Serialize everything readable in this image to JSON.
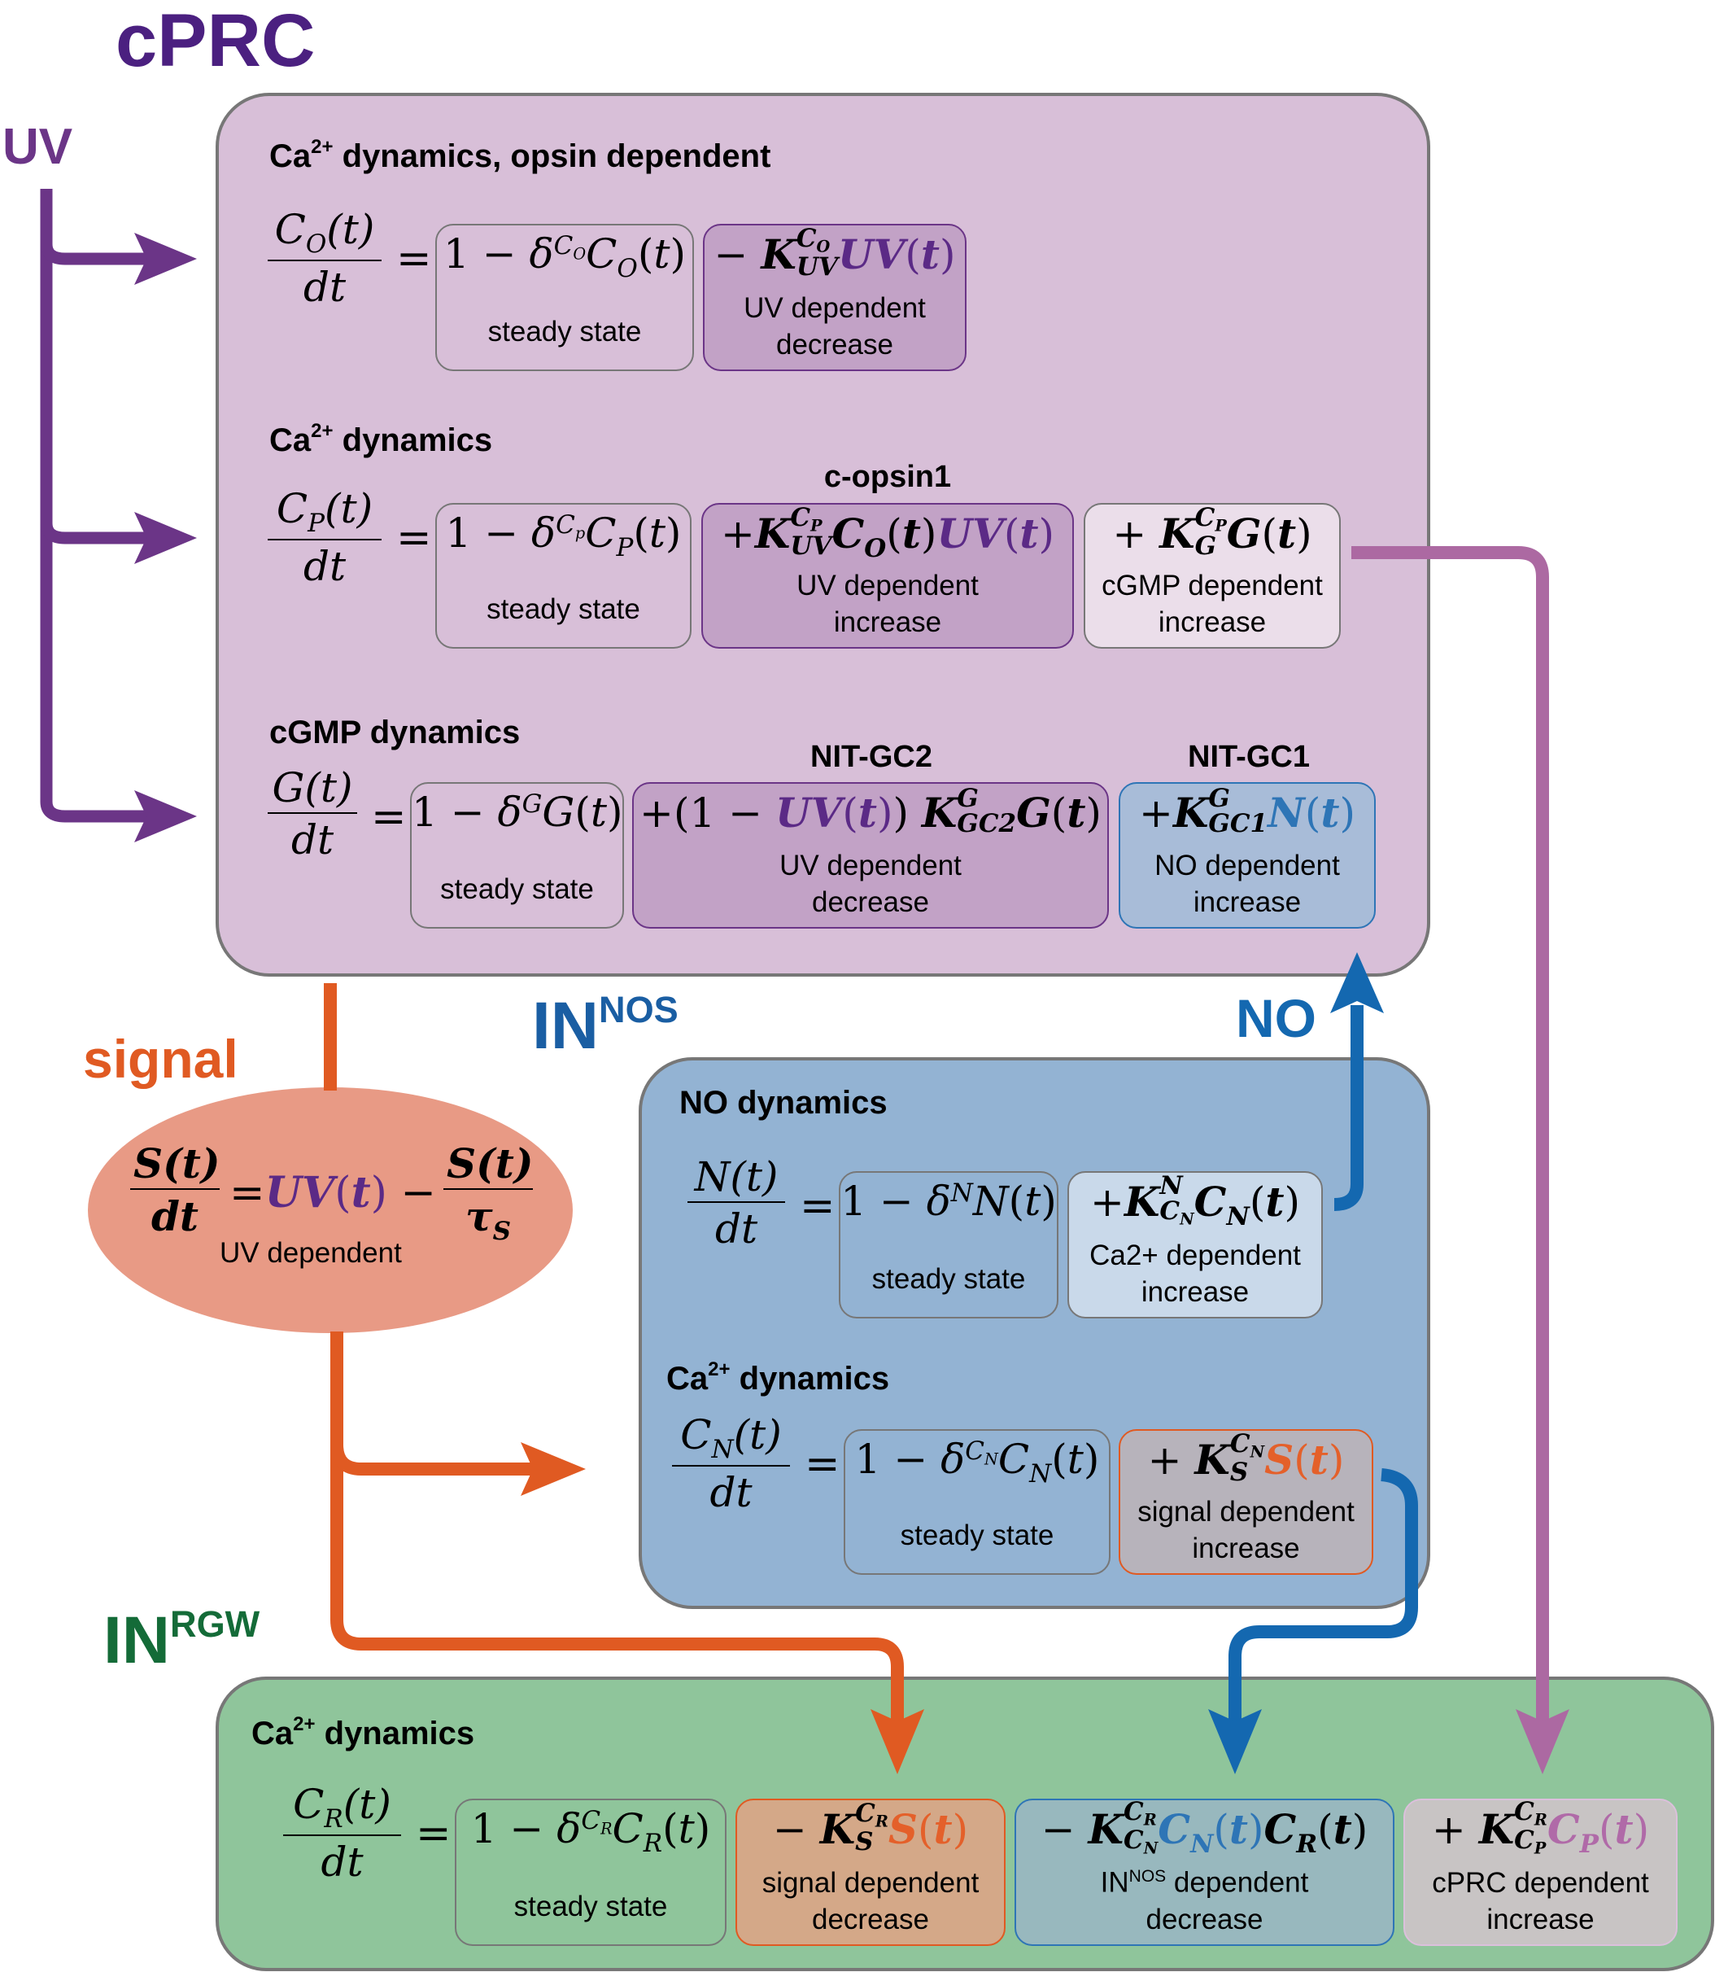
{
  "colors": {
    "uv_purple": "#6b3587",
    "cprc_title": "#4b2080",
    "cprc_box": "#d8bfd8",
    "cprc_box_dark": "#c2a2c6",
    "cprc_box_light": "#ebdeea",
    "nos_blue_box": "#93b3d3",
    "nos_box_light": "#c9d9ea",
    "no_blue": "#1468b0",
    "signal_orange": "#e05a22",
    "signal_ellipse": "#e89a85",
    "rgw_green_box": "#8fc59b",
    "rgw_green_title": "#146b38",
    "cp_pink_arrow": "#ac69a2",
    "outline_gray": "#777777"
  },
  "labels": {
    "cprc": "cPRC",
    "uv": "UV",
    "signal": "signal",
    "in_nos_base": "IN",
    "in_nos_sup": "NOS",
    "no": "NO",
    "in_rgw_base": "IN",
    "in_rgw_sup": "RGW"
  },
  "cprc_module": {
    "sections": [
      {
        "title_pre": "Ca",
        "title_sup": "2+",
        "title_post": " dynamics, opsin dependent",
        "lhs": {
          "num": "C_O(t)",
          "den": "dt"
        },
        "terms": [
          {
            "expr": "1 − δ^{C_O} C_O(t)",
            "caption": "steady state"
          },
          {
            "expr": "− K^{C_O}_{UV} UV(t)",
            "caption": "UV dependent\ndecrease"
          }
        ]
      },
      {
        "title_pre": "Ca",
        "title_sup": "2+",
        "title_post": " dynamics",
        "enzyme_label": "c-opsin1",
        "lhs": {
          "num": "C_P(t)",
          "den": "dt"
        },
        "terms": [
          {
            "expr": "1 − δ^{C_p} C_P(t)",
            "caption": "steady state"
          },
          {
            "expr": "+ K^{C_P}_{UV} C_O(t) UV(t)",
            "caption": "UV dependent\nincrease"
          },
          {
            "expr": "+ K^{C_P}_{G} G(t)",
            "caption": "cGMP dependent\nincrease"
          }
        ]
      },
      {
        "title": "cGMP dynamics",
        "enzyme_labels": [
          "NIT-GC2",
          "NIT-GC1"
        ],
        "lhs": {
          "num": "G(t)",
          "den": "dt"
        },
        "terms": [
          {
            "expr": "1 − δ^{G} G(t)",
            "caption": "steady state"
          },
          {
            "expr": "+ (1 − UV(t)) K^{G}_{GC2} G(t)",
            "caption": "UV dependent\ndecrease"
          },
          {
            "expr": "+ K^{G}_{GC1} N(t)",
            "caption": "NO dependent\nincrease"
          }
        ]
      }
    ]
  },
  "signal_module": {
    "lhs": {
      "num": "S(t)",
      "den": "dt"
    },
    "rhs": "UV(t) − S(t)/τ_S",
    "caption": "UV dependent"
  },
  "nos_module": {
    "sections": [
      {
        "title": "NO dynamics",
        "lhs": {
          "num": "N(t)",
          "den": "dt"
        },
        "terms": [
          {
            "expr": "1 − δ^{N} N(t)",
            "caption": "steady state"
          },
          {
            "expr": "+ K^{N}_{C_N} C_N(t)",
            "caption": "Ca2+ dependent\nincrease"
          }
        ]
      },
      {
        "title_pre": "Ca",
        "title_sup": "2+",
        "title_post": " dynamics",
        "lhs": {
          "num": "C_N(t)",
          "den": "dt"
        },
        "terms": [
          {
            "expr": "1 − δ^{C_N} C_N(t)",
            "caption": "steady state"
          },
          {
            "expr": "+ K^{C_N}_{S} S(t)",
            "caption": "signal dependent\nincrease"
          }
        ]
      }
    ]
  },
  "rgw_module": {
    "title_pre": "Ca",
    "title_sup": "2+",
    "title_post": " dynamics",
    "lhs": {
      "num": "C_R(t)",
      "den": "dt"
    },
    "terms": [
      {
        "expr": "1 − δ^{C_R} C_R(t)",
        "caption": "steady state"
      },
      {
        "expr": "− K^{C_R}_{S} S(t)",
        "caption": "signal dependent\ndecrease"
      },
      {
        "expr": "− K^{C_R}_{C_N} C_N(t) C_R(t)",
        "caption_pre": "IN",
        "caption_sup": "NOS",
        "caption_post": " dependent",
        "caption_line2": "decrease"
      },
      {
        "expr": "+ K^{C_R}_{C_P} C_P(t)",
        "caption": "cPRC dependent\nincrease"
      }
    ]
  },
  "common": {
    "equals": "=",
    "one": "1",
    "t": "t"
  }
}
